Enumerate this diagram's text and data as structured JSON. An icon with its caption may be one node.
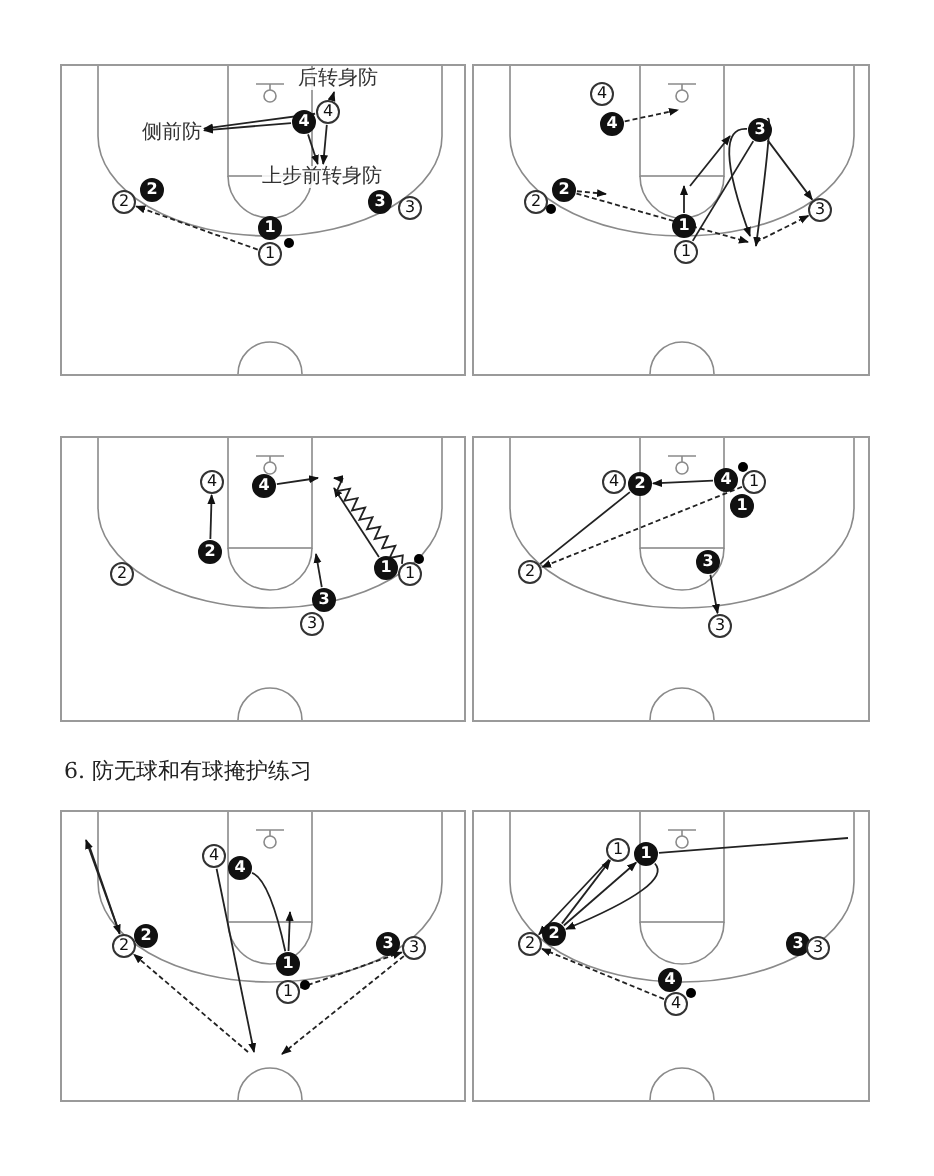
{
  "diagram": {
    "nodes": [
      {
        "text": [],
        "shape": "box"
      },
      {
        "text": [
          "4"
        ],
        "in": 0
      },
      {
        "text": [
          "4"
        ],
        "in": 0
      },
      {
        "text": [
          "2"
        ],
        "in": 0
      },
      {
        "text": [
          "2"
        ],
        "in": 0
      },
      {
        "text": [
          "1"
        ],
        "in": 0
      },
      {
        "text": [
          "1"
        ],
        "in": 0
      },
      {
        "text": [
          "3"
        ],
        "in": 0
      },
      {
        "text": [
          "3"
        ],
        "in": 0
      },
      {
        "text": [],
        "shape": "box"
      },
      {
        "text": [
          "4"
        ],
        "in": 9
      },
      {
        "text": [
          "4"
        ],
        "in": 9
      },
      {
        "text": [
          "3"
        ],
        "in": 9
      },
      {
        "text": [
          "2"
        ],
        "in": 9
      },
      {
        "text": [
          "2"
        ],
        "in": 9
      },
      {
        "text": [
          "1"
        ],
        "in": 9
      },
      {
        "text": [
          "3"
        ],
        "in": 9
      },
      {
        "text": [
          "1"
        ],
        "in": 9
      },
      {
        "text": [],
        "shape": "box"
      },
      {
        "text": [
          "4"
        ],
        "in": 18
      },
      {
        "text": [
          "4"
        ],
        "in": 18
      },
      {
        "text": [
          "2"
        ],
        "in": 18
      },
      {
        "text": [
          "1"
        ],
        "in": 18
      },
      {
        "text": [
          "1"
        ],
        "in": 18
      },
      {
        "text": [
          "2"
        ],
        "in": 18
      },
      {
        "text": [
          "3"
        ],
        "in": 18
      },
      {
        "text": [
          "3"
        ],
        "in": 18
      },
      {
        "text": [],
        "shape": "box"
      },
      {
        "text": [
          "4"
        ],
        "in": 27
      },
      {
        "text": [
          "2"
        ],
        "in": 27
      },
      {
        "text": [
          "4"
        ],
        "in": 27
      },
      {
        "text": [
          "1"
        ],
        "in": 27
      },
      {
        "text": [
          "1"
        ],
        "in": 27
      },
      {
        "text": [
          "3"
        ],
        "in": 27
      },
      {
        "text": [
          "2"
        ],
        "in": 27
      },
      {
        "text": [
          "3"
        ],
        "in": 27
      },
      {
        "text": [],
        "shape": "box"
      },
      {
        "text": [
          "4"
        ],
        "in": 36
      },
      {
        "text": [
          "4"
        ],
        "in": 36
      },
      {
        "text": [
          "2"
        ],
        "in": 36
      },
      {
        "text": [
          "3"
        ],
        "in": 36
      },
      {
        "text": [
          "2"
        ],
        "in": 36
      },
      {
        "text": [
          "3"
        ],
        "in": 36
      },
      {
        "text": [
          "1"
        ],
        "in": 36
      },
      {
        "text": [
          "1"
        ],
        "in": 36
      },
      {
        "text": [],
        "shape": "box"
      },
      {
        "text": [
          "1"
        ],
        "in": 45
      },
      {
        "text": [
          "1"
        ],
        "in": 45
      },
      {
        "text": [
          "2"
        ],
        "in": 45
      },
      {
        "text": [
          "3"
        ],
        "in": 45
      },
      {
        "text": [
          "2"
        ],
        "in": 45
      },
      {
        "text": [
          "3"
        ],
        "in": 45
      },
      {
        "text": [
          "4"
        ],
        "in": 45
      },
      {
        "text": [
          "4"
        ],
        "in": 45
      },
      {
        "text": [
          "后转身防"
        ],
        "in": 0
      },
      {
        "text": [
          "侧前防"
        ],
        "in": 0
      },
      {
        "text": [
          "上步前转身防"
        ],
        "in": 0
      }
    ],
    "edges": [
      {
        "from": 6,
        "to": 4,
        "arrow": "to",
        "style": "dashed"
      },
      {
        "from": 1,
        "to": 55,
        "arrow": "to"
      },
      {
        "from": 2,
        "to": 55,
        "arrow": "to"
      },
      {
        "from": 1,
        "to": 54,
        "arrow": "to"
      },
      {
        "from": 1,
        "to": 56,
        "arrow": "to"
      },
      {
        "from": 2,
        "to": 56,
        "arrow": "to"
      },
      {
        "from": 11,
        "to": null,
        "arrow": "to",
        "style": "dashed"
      },
      {
        "from": 13,
        "to": null,
        "arrow": "to",
        "style": "dashed"
      },
      {
        "from": 13,
        "to": null,
        "arrow": "to",
        "style": "dashed"
      },
      {
        "from": null,
        "to": 16,
        "arrow": "to",
        "style": "dashed"
      },
      {
        "from": 15,
        "to": null,
        "arrow": "to"
      },
      {
        "from": 17,
        "to": 12,
        "arrow": "none"
      },
      {
        "from": 12,
        "to": 16,
        "arrow": "to"
      },
      {
        "from": 12,
        "to": null,
        "arrow": "to"
      },
      {
        "from": 12,
        "to": null,
        "arrow": "to"
      },
      {
        "from": 21,
        "to": 19,
        "arrow": "to"
      },
      {
        "from": 20,
        "to": null,
        "arrow": "to"
      },
      {
        "from": 22,
        "to": null,
        "arrow": "to"
      },
      {
        "from": 23,
        "to": null,
        "arrow": "to"
      },
      {
        "from": 25,
        "to": null,
        "arrow": "to"
      },
      {
        "from": 30,
        "to": 29,
        "arrow": "to"
      },
      {
        "from": 29,
        "to": 34,
        "arrow": "none"
      },
      {
        "from": 31,
        "to": 34,
        "arrow": "to",
        "style": "dashed"
      },
      {
        "from": 33,
        "to": 35,
        "arrow": "to"
      },
      {
        "from": 41,
        "to": null,
        "arrow": "to"
      },
      {
        "from": 37,
        "to": null,
        "arrow": "to"
      },
      {
        "from": 38,
        "to": 43,
        "arrow": "none"
      },
      {
        "from": 43,
        "to": null,
        "arrow": "to"
      },
      {
        "from": 44,
        "to": 42,
        "arrow": "to",
        "style": "dashed"
      },
      {
        "from": 42,
        "to": null,
        "arrow": "to",
        "style": "dashed"
      },
      {
        "from": null,
        "to": 41,
        "arrow": "to",
        "style": "dashed"
      },
      {
        "from": 53,
        "to": 50,
        "arrow": "to",
        "style": "dashed"
      },
      {
        "from": 47,
        "to": null,
        "arrow": "none"
      },
      {
        "from": 46,
        "to": 50,
        "arrow": "to"
      },
      {
        "from": 48,
        "to": 47,
        "arrow": "to"
      },
      {
        "from": 48,
        "to": 46,
        "arrow": "to"
      },
      {
        "from": 47,
        "to": 48,
        "arrow": "to"
      },
      {
        "from": null,
        "to": 41,
        "arrow": "to"
      }
    ],
    "labels": [
      "6. 防无球和有球掩护练习"
    ]
  }
}
